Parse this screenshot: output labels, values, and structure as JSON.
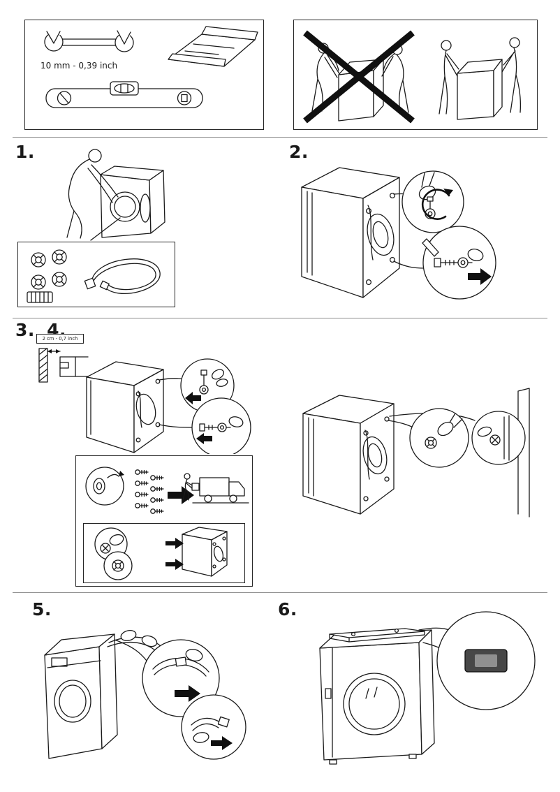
{
  "page": {
    "background": "#ffffff",
    "line_color": "#1a1a1a",
    "divider_color": "#8f8f8f"
  },
  "tool_panel": {
    "wrench_label": "10 mm - 0,39 inch",
    "icons": [
      "open-end-wrench-icon",
      "transport-bracket-icon",
      "spirit-level-icon"
    ]
  },
  "safety_panel": {
    "icons": [
      "one-person-lift-prohibited-icon",
      "two-person-lift-icon"
    ]
  },
  "steps": [
    {
      "number": "1."
    },
    {
      "number": "2."
    },
    {
      "number": "3."
    },
    {
      "number": "4."
    },
    {
      "number": "5."
    },
    {
      "number": "6."
    }
  ],
  "wall_clearance": {
    "label": "2 cm - 0,7 inch"
  },
  "plug": {
    "outer_color": "#474747",
    "inner_color": "#909090"
  }
}
